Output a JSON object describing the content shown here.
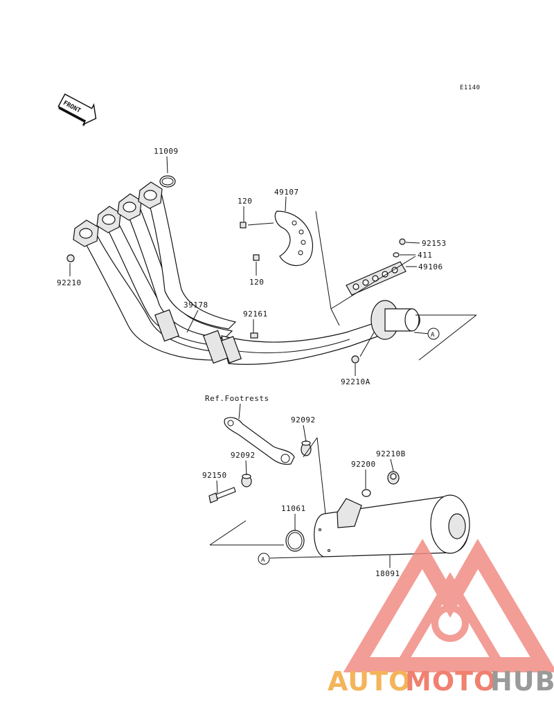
{
  "diagram_code": "E1140",
  "front_label": "FRONT",
  "reference_note": "Ref.Footrests",
  "parts": {
    "p11009": "11009",
    "p92210": "92210",
    "p39178": "39178",
    "p92161": "92161",
    "p120a": "120",
    "p120b": "120",
    "p49107": "49107",
    "p92153": "92153",
    "p411": "411",
    "p49106": "49106",
    "p92210A": "92210A",
    "p92092a": "92092",
    "p92092b": "92092",
    "p92150": "92150",
    "p11061": "11061",
    "p92200": "92200",
    "p92210B": "92210B",
    "p18091": "18091"
  },
  "connector_marks": {
    "upper": "A",
    "lower": "A"
  },
  "watermark": {
    "text_auto": "AUTO",
    "text_moto": "MOTO",
    "text_hub": "HUB",
    "color_logo": "#f08c84",
    "color_orange": "#f4b45a",
    "color_red": "#f08070",
    "color_gray": "#9a9a9a"
  }
}
